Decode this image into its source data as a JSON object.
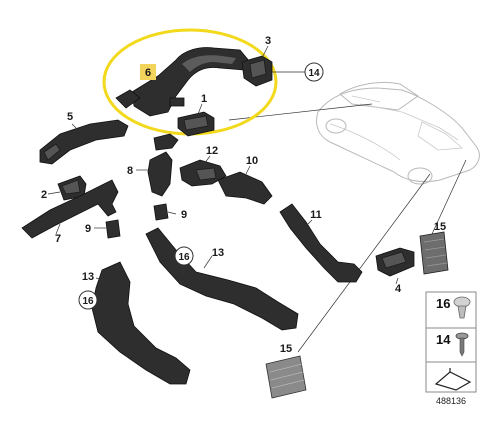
{
  "callouts": {
    "c1": "1",
    "c2": "2",
    "c3": "3",
    "c4": "4",
    "c5": "5",
    "c6": "6",
    "c7": "7",
    "c8": "8",
    "c9a": "9",
    "c9b": "9",
    "c10": "10",
    "c11": "11",
    "c12": "12",
    "c13a": "13",
    "c13b": "13",
    "c14": "14",
    "c15a": "15",
    "c15b": "15",
    "c16a": "16",
    "c16b": "16"
  },
  "legend": {
    "items": [
      {
        "number": "16",
        "icon": "clip-icon"
      },
      {
        "number": "14",
        "icon": "screw-icon"
      },
      {
        "number": "",
        "icon": "arrow-symbol-icon"
      }
    ]
  },
  "diagram_code": "488136",
  "colors": {
    "highlight_ellipse": "#f2d91c",
    "highlight_label_bg": "#f2d45c",
    "parts": "#2e2e2e",
    "car_outline": "#b9b9b9"
  }
}
